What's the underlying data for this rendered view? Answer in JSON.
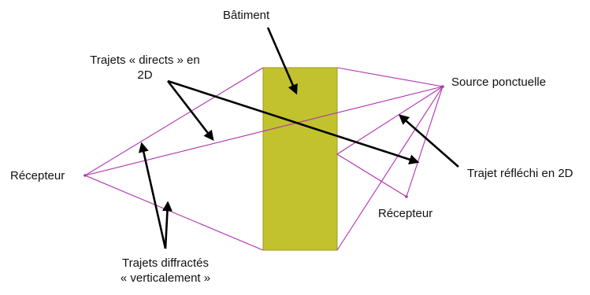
{
  "labels": {
    "building": "Bâtiment",
    "direct_paths_line1": "Trajets « directs » en",
    "direct_paths_line2": "2D",
    "source": "Source ponctuelle",
    "receiver_left": "Récepteur",
    "reflected_path": "Trajet réfléchi en 2D",
    "receiver_right": "Récepteur",
    "diffracted_line1": "Trajets diffractés",
    "diffracted_line2": "« verticalement »"
  },
  "colors": {
    "path_line": "#b030b0",
    "building_fill": "#c2c22e",
    "building_stroke": "#9a9a20",
    "arrow": "#000000",
    "text": "#111111"
  }
}
